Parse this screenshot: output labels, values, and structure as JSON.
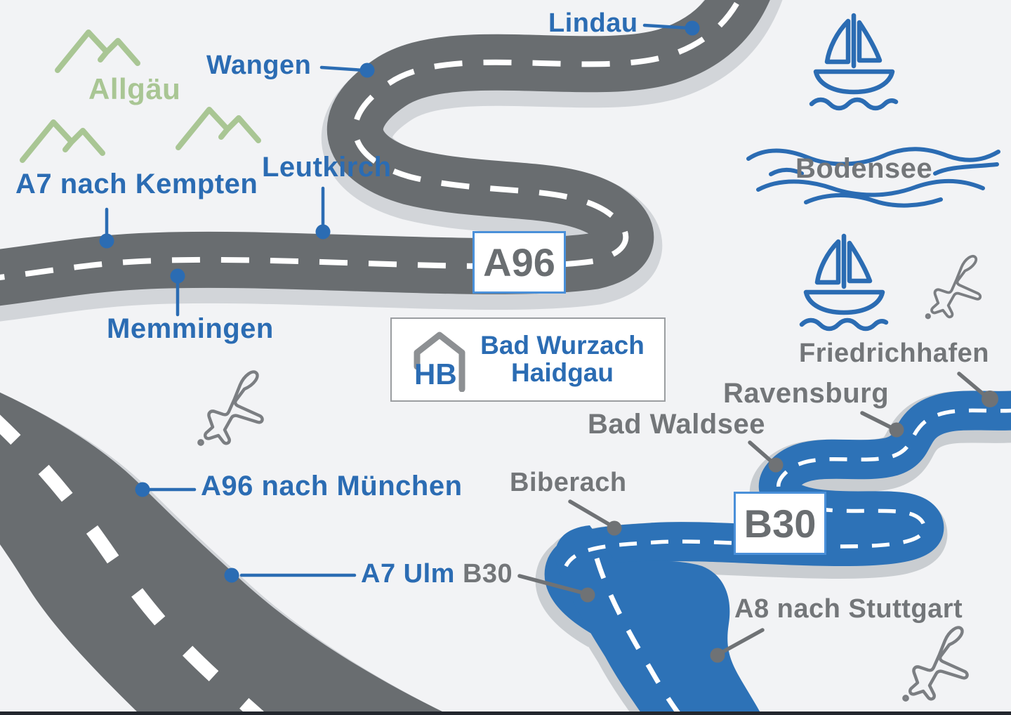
{
  "map": {
    "region_label": "Allgäu",
    "lake_label": "Bodensee",
    "city_labels": {
      "wangen": "Wangen",
      "lindau": "Lindau",
      "leutkirch": "Leutkirch",
      "memmingen": "Memmingen",
      "biberach": "Biberach",
      "bad_waldsee": "Bad Waldsee",
      "ravensburg": "Ravensburg",
      "friedrichhafen": "Friedrichhafen"
    },
    "route_labels": {
      "a7_nach_kempten": "A7 nach Kempten",
      "a96_nach_muenchen": "A96 nach München",
      "a7_ulm": "A7 Ulm",
      "a7_ulm_b30_suffix": "B30",
      "a8_nach_stuttgart": "A8 nach Stuttgart"
    },
    "badges": {
      "a96": "A96",
      "b30": "B30"
    },
    "logo": {
      "monogram": "HB",
      "line1": "Bad Wurzach",
      "line2": "Haidgau"
    },
    "icons": [
      "mountains-icon",
      "sailboat-icon",
      "waves-icon",
      "airplane-icon",
      "house-icon"
    ],
    "colors": {
      "background": "#f2f3f5",
      "highway_gray": "#696d70",
      "curb_gray": "#d2d5d9",
      "road_blue": "#2d72b7",
      "label_blue": "#2b6cb3",
      "label_gray": "#737679",
      "region_green": "#a9c694",
      "badge_border_blue": "#4a90d9",
      "dash_white": "#ffffff"
    }
  }
}
